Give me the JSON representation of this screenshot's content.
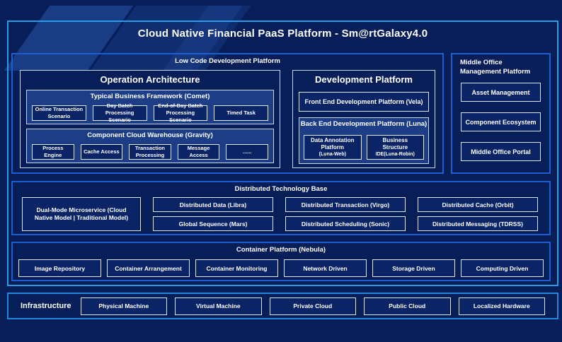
{
  "title": "Cloud Native Financial PaaS Platform - Sm@rtGalaxy4.0",
  "colors": {
    "background": "#081e58",
    "main_border": "#259ce4",
    "section_border": "#1c5fd3",
    "light_panel_fill": "#1d3e86",
    "box_fill": "#0a2465",
    "box_border": "#dde7f6",
    "text": "#ffffff"
  },
  "low_code": {
    "title": "Low Code Development Platform",
    "operation_architecture": {
      "title": "Operation Architecture",
      "comet": {
        "title": "Typical Business Framework (Comet)",
        "items": [
          "Online Transaction Scenario",
          "Day Batch Processing Scenario",
          "End-of-Day Batch Processing Scenario",
          "Timed Task"
        ]
      },
      "gravity": {
        "title": "Component Cloud Warehouse (Gravity)",
        "items": [
          "Process Engine",
          "Cache Access",
          "Transaction Processing",
          "Message Access",
          "......"
        ]
      }
    },
    "development_platform": {
      "title": "Development Platform",
      "front_end": "Front End Development Platform (Vela)",
      "back_end": {
        "title": "Back End Development Platform (Luna)",
        "items": [
          {
            "label": "Data Annotation Platform",
            "sub": "(Luna-Web)"
          },
          {
            "label": "Business Structure",
            "sub": "IDE(Luna-Robin)"
          }
        ]
      }
    }
  },
  "middle_office": {
    "title": "Middle Office Management Platform",
    "items": [
      "Asset Management",
      "Component Ecosystem",
      "Middle Office Portal"
    ]
  },
  "distributed": {
    "title": "Distributed Technology Base",
    "dual_mode": "Dual-Mode Microservice (Cloud Native Model | Traditional Model)",
    "columns": [
      [
        "Distributed Data (Libra)",
        "Global Sequence (Mars)"
      ],
      [
        "Distributed Transaction (Virgo)",
        "Distributed Scheduling (Sonic)"
      ],
      [
        "Distributed Cache (Orbit)",
        "Distributed Messaging (TDRSS)"
      ]
    ]
  },
  "container_platform": {
    "title": "Container Platform (Nebula)",
    "items": [
      "Image Repository",
      "Container Arrangement",
      "Container Monitoring",
      "Network Driven",
      "Storage Driven",
      "Computing Driven"
    ]
  },
  "infrastructure": {
    "label": "Infrastructure",
    "items": [
      "Physical Machine",
      "Virtual Machine",
      "Private Cloud",
      "Public Cloud",
      "Localized Hardware"
    ]
  }
}
